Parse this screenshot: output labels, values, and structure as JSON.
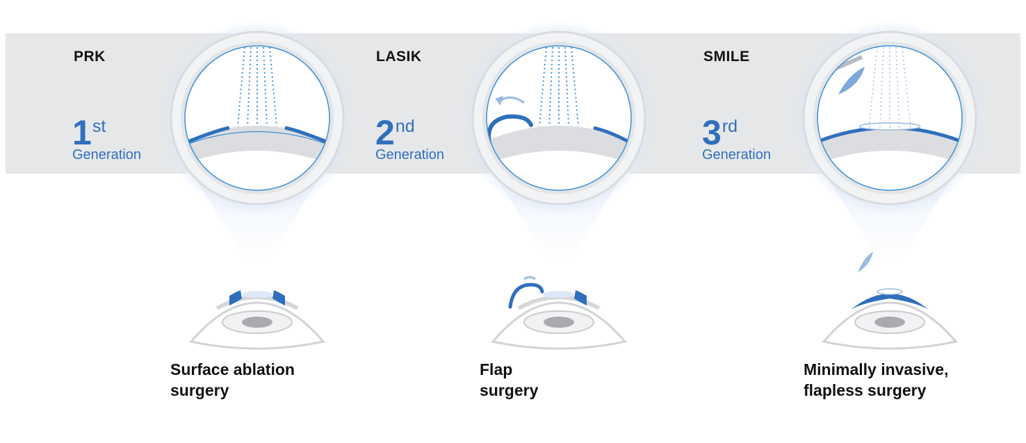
{
  "procedures": [
    {
      "name": "PRK",
      "gen_number": "1",
      "gen_suffix": "st",
      "gen_word": "Generation",
      "caption_line1": "Surface ablation",
      "caption_line2": "surgery"
    },
    {
      "name": "LASIK",
      "gen_number": "2",
      "gen_suffix": "nd",
      "gen_word": "Generation",
      "caption_line1": "Flap",
      "caption_line2": "surgery"
    },
    {
      "name": "SMILE",
      "gen_number": "3",
      "gen_suffix": "rd",
      "gen_word": "Generation",
      "caption_line1": "Minimally invasive,",
      "caption_line2": "flapless surgery"
    }
  ],
  "colors": {
    "band": "#e6e7e9",
    "accent_blue": "#2f6fbd",
    "laser_blue": "#3b8fd6",
    "text": "#111111"
  }
}
